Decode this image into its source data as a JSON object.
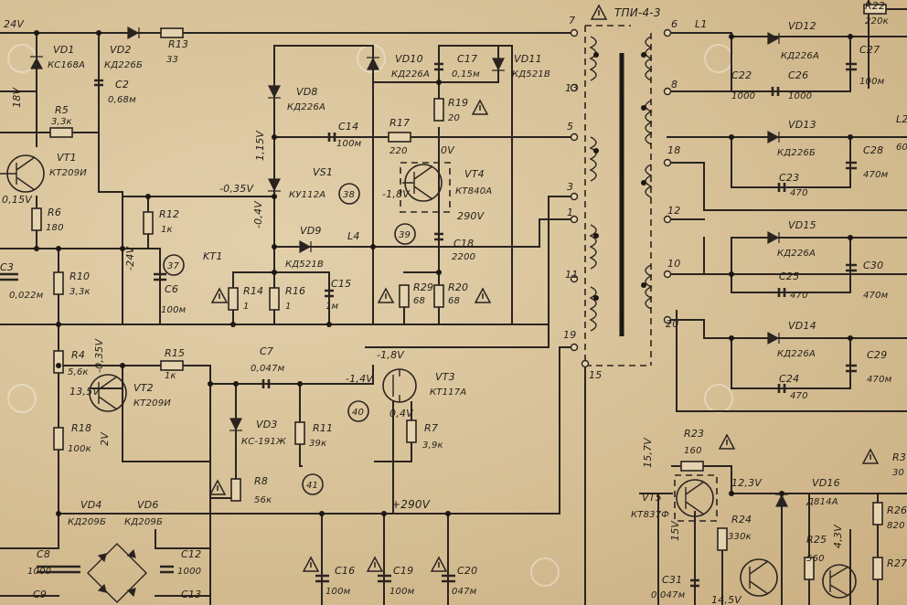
{
  "rails": {
    "v24": "24V",
    "v290": "+290V",
    "v290b": "290V",
    "v0": "0V"
  },
  "transformer": {
    "name": "ТПИ-4-3",
    "l1": "L1",
    "l4": "L4",
    "pins": [
      "7",
      "13",
      "5",
      "3",
      "1",
      "11",
      "19",
      "15",
      "6",
      "8",
      "18",
      "12",
      "10",
      "20"
    ]
  },
  "parts": [
    {
      "ref": "VD1",
      "val": "КС168А"
    },
    {
      "ref": "VD2",
      "val": "КД226Б"
    },
    {
      "ref": "R13",
      "val": "33"
    },
    {
      "ref": "C2",
      "val": "0,68м"
    },
    {
      "ref": "R5",
      "val": "3,3к"
    },
    {
      "ref": "VT1",
      "val": "КТ209И"
    },
    {
      "ref": "R6",
      "val": "180"
    },
    {
      "ref": "C3",
      "val": "0,022м"
    },
    {
      "ref": "R10",
      "val": "3,3к"
    },
    {
      "ref": "R12",
      "val": "1к"
    },
    {
      "ref": "C6",
      "val": "100м"
    },
    {
      "ref": "R14",
      "val": "1"
    },
    {
      "ref": "R16",
      "val": "1"
    },
    {
      "ref": "C15",
      "val": "1м"
    },
    {
      "ref": "VD8",
      "val": "КД226А"
    },
    {
      "ref": "C14",
      "val": "100м"
    },
    {
      "ref": "VS1",
      "val": "КУ112А"
    },
    {
      "ref": "VD9",
      "val": "КД521В"
    },
    {
      "ref": "VD10",
      "val": "КД226А"
    },
    {
      "ref": "C17",
      "val": "0,15м"
    },
    {
      "ref": "VD11",
      "val": "КД521В"
    },
    {
      "ref": "R19",
      "val": "20"
    },
    {
      "ref": "R17",
      "val": "220"
    },
    {
      "ref": "VT4",
      "val": "КТ840А"
    },
    {
      "ref": "C18",
      "val": "2200"
    },
    {
      "ref": "R29",
      "val": "68"
    },
    {
      "ref": "R20",
      "val": "68"
    },
    {
      "ref": "R4",
      "val": "5,6к"
    },
    {
      "ref": "VT2",
      "val": "КТ209И"
    },
    {
      "ref": "R15",
      "val": "1к"
    },
    {
      "ref": "R18",
      "val": "100к"
    },
    {
      "ref": "C7",
      "val": "0,047м"
    },
    {
      "ref": "VD3",
      "val": "КС-191Ж"
    },
    {
      "ref": "R11",
      "val": "39к"
    },
    {
      "ref": "VT3",
      "val": "КТ117А"
    },
    {
      "ref": "R7",
      "val": "3,9к"
    },
    {
      "ref": "R8",
      "val": "56к"
    },
    {
      "ref": "VD4",
      "val": "КД209Б"
    },
    {
      "ref": "VD6",
      "val": "КД209Б"
    },
    {
      "ref": "C8",
      "val": "1000"
    },
    {
      "ref": "C12",
      "val": "1000"
    },
    {
      "ref": "C9",
      "val": ""
    },
    {
      "ref": "C13",
      "val": ""
    },
    {
      "ref": "C16",
      "val": "100м"
    },
    {
      "ref": "C19",
      "val": "100м"
    },
    {
      "ref": "C20",
      "val": "047м"
    },
    {
      "ref": "VD12",
      "val": "КД226А"
    },
    {
      "ref": "C22",
      "val": "1000"
    },
    {
      "ref": "C26",
      "val": "1000"
    },
    {
      "ref": "C27",
      "val": "100м"
    },
    {
      "ref": "VD13",
      "val": "КД226Б"
    },
    {
      "ref": "C23",
      "val": "470"
    },
    {
      "ref": "C28",
      "val": "470м"
    },
    {
      "ref": "VD15",
      "val": "КД226А"
    },
    {
      "ref": "C25",
      "val": "470"
    },
    {
      "ref": "C30",
      "val": "470м"
    },
    {
      "ref": "VD14",
      "val": "КД226А"
    },
    {
      "ref": "C24",
      "val": "470"
    },
    {
      "ref": "C29",
      "val": "470м"
    },
    {
      "ref": "R23",
      "val": "160"
    },
    {
      "ref": "VT5",
      "val": "КТ837Ф"
    },
    {
      "ref": "R24",
      "val": "330к"
    },
    {
      "ref": "VD16",
      "val": "Д814А"
    },
    {
      "ref": "R25",
      "val": "560"
    },
    {
      "ref": "C31",
      "val": "0,047м"
    },
    {
      "ref": "R26",
      "val": "820"
    },
    {
      "ref": "R27",
      "val": ""
    },
    {
      "ref": "L2",
      "val": "60"
    },
    {
      "ref": "R3",
      "val": "30"
    },
    {
      "ref": "R22",
      "val": "220к"
    },
    {
      "ref": "KT1",
      "val": ""
    }
  ],
  "voltages": [
    "18V",
    "0,15V",
    "-0,35V",
    "1,15V",
    "-0,4V",
    "-24V",
    "-1,8V",
    "-0,35V",
    "13,5V",
    "2V",
    "-1,8V",
    "-1,4V",
    "0,4V",
    "15,7V",
    "12,3V",
    "15V",
    "14,5V",
    "4,3V"
  ],
  "test_points": [
    "37",
    "38",
    "39",
    "40",
    "41"
  ]
}
